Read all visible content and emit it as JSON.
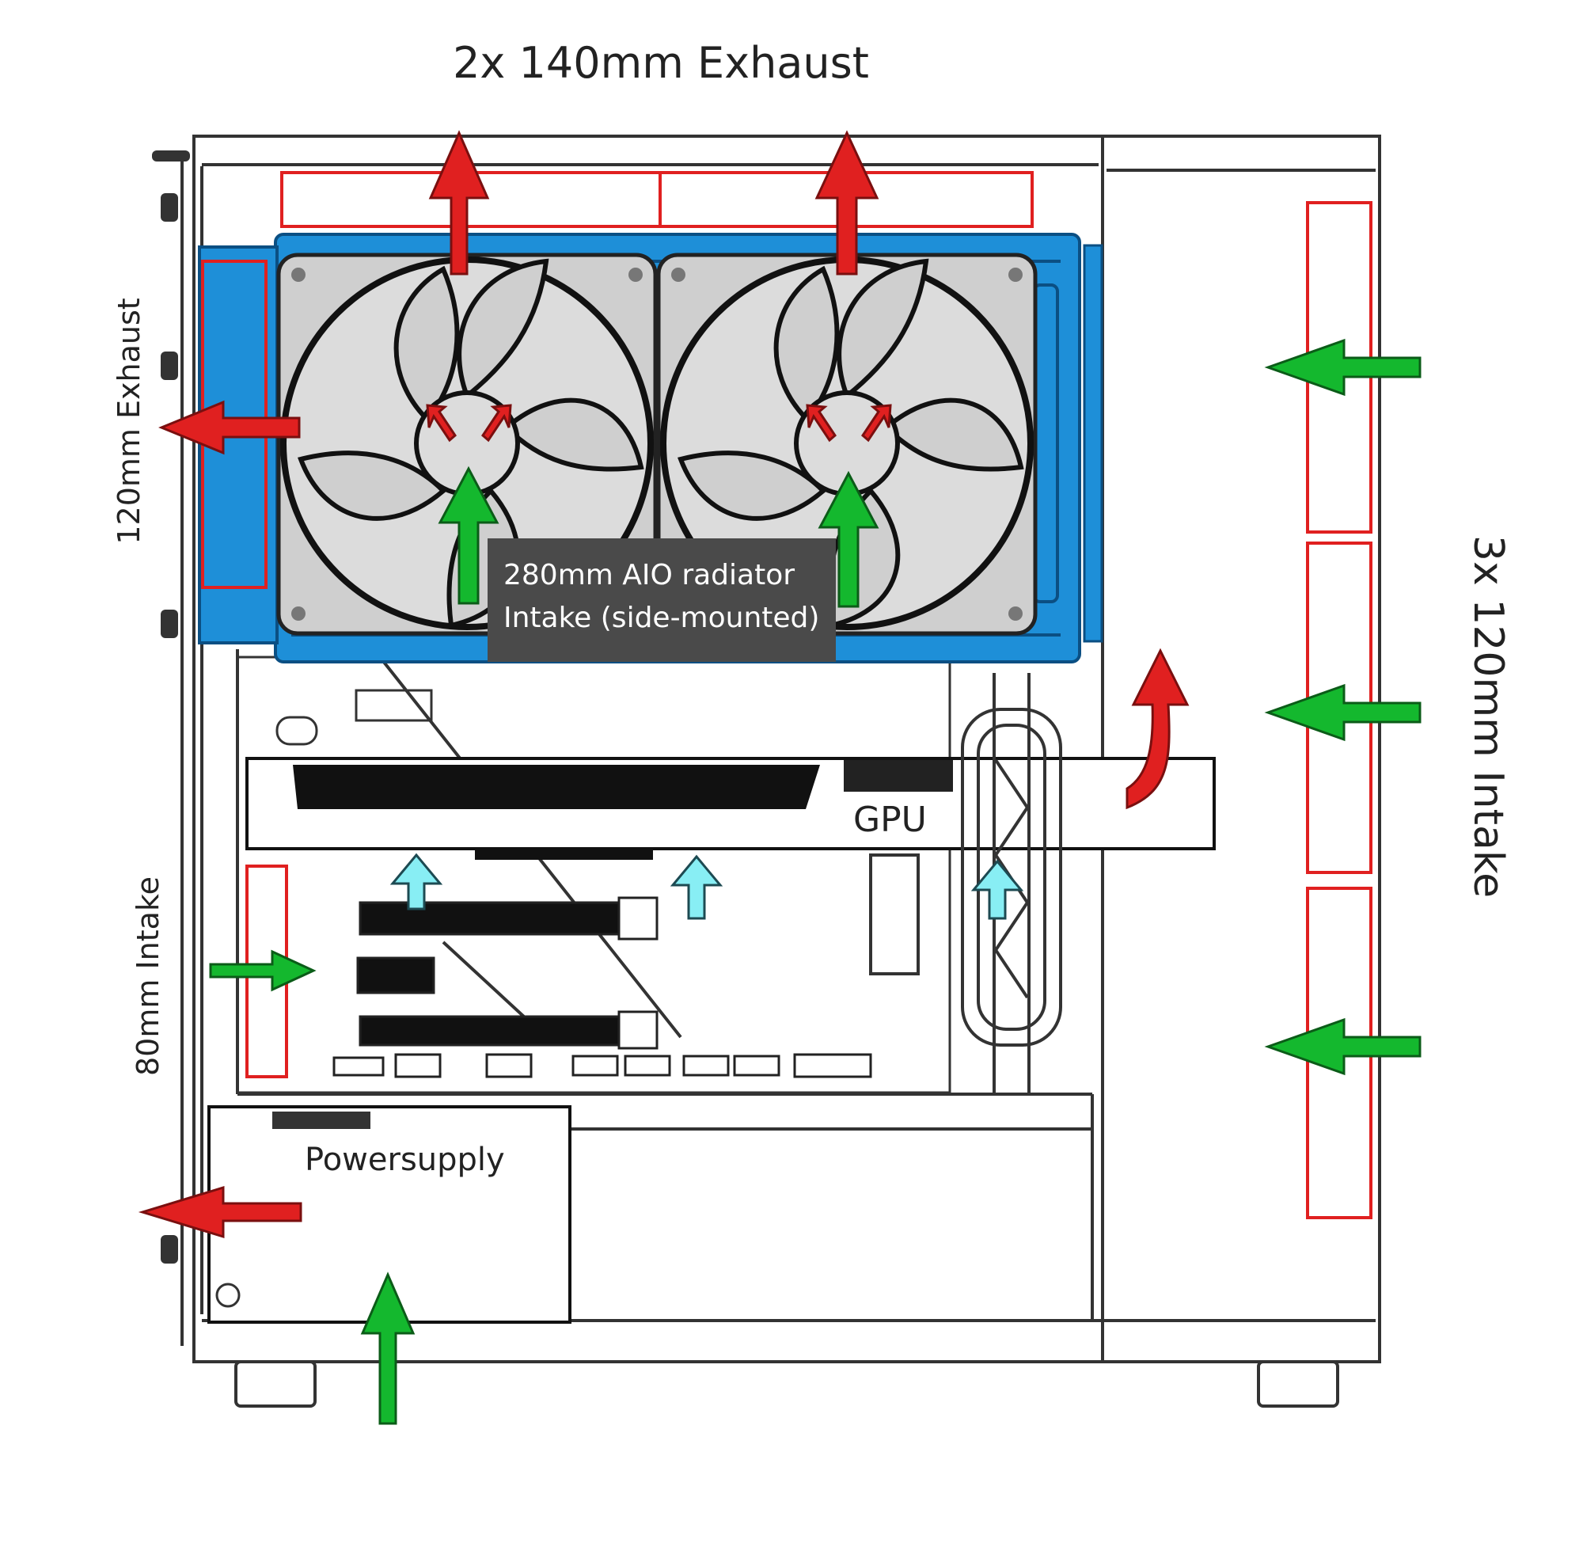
{
  "labels": {
    "top_exhaust": "2x 140mm Exhaust",
    "rear_exhaust": "120mm Exhaust",
    "rear_intake": "80mm Intake",
    "front_intake": "3x 120mm Intake",
    "gpu": "GPU",
    "psu": "Powersupply",
    "aio_line1": "280mm AIO radiator",
    "aio_line2": "Intake (side-mounted)"
  },
  "colors": {
    "exhaust_arrow": "#e02020",
    "intake_arrow": "#14b82e",
    "internal_flow_arrow": "#88eef4",
    "fan_outline": "#e02020",
    "radiator_blue": "#1e8fd8",
    "fan_blade": "#cfcfcf",
    "label_box": "#4a4a4a"
  },
  "icons": [
    "fan-icon",
    "arrow-icon"
  ]
}
